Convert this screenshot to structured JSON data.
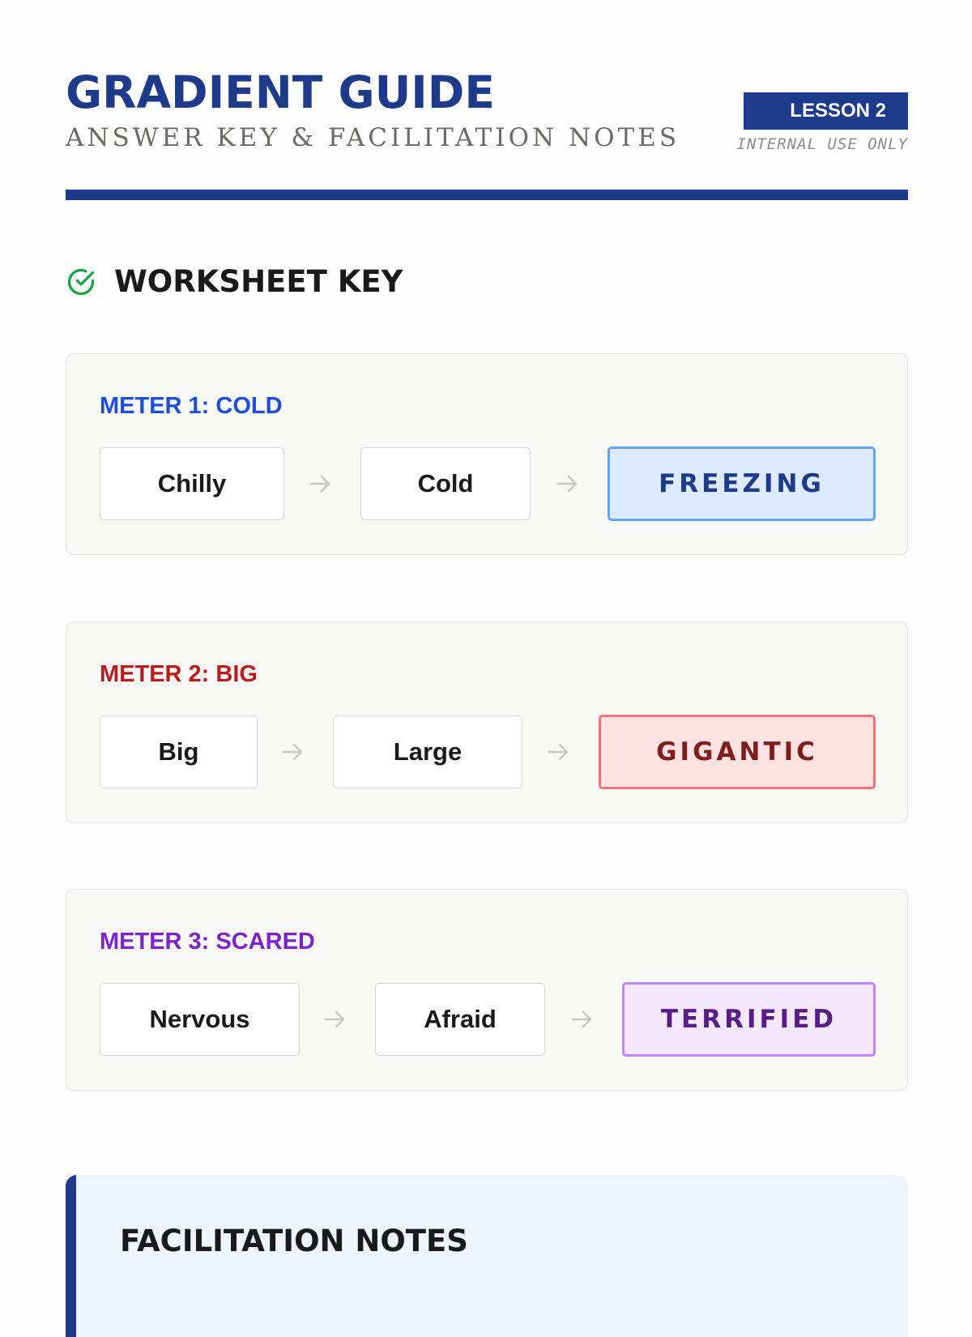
{
  "header": {
    "title": "GRADIENT GUIDE",
    "subtitle": "ANSWER KEY & FACILITATION NOTES",
    "lesson_badge": "LESSON 2",
    "internal_note": "INTERNAL USE ONLY",
    "accent_color": "#1e3a8a"
  },
  "worksheet": {
    "heading": "WORKSHEET KEY",
    "heading_icon": "check-circle-icon",
    "icon_color": "#16a34a",
    "meters": [
      {
        "label": "METER 1: COLD",
        "label_color": "#1d4ed8",
        "words": [
          "Chilly",
          "Cold"
        ],
        "answer": "FREEZING",
        "answer_bg": "#dbeafe",
        "answer_border": "#60a5fa",
        "answer_text_color": "#1e3a8a"
      },
      {
        "label": "METER 2: BIG",
        "label_color": "#b91c1c",
        "words": [
          "Big",
          "Large"
        ],
        "answer": "GIGANTIC",
        "answer_bg": "#fee2e2",
        "answer_border": "#f87171",
        "answer_text_color": "#7f1d1d"
      },
      {
        "label": "METER 3: SCARED",
        "label_color": "#7e22ce",
        "words": [
          "Nervous",
          "Afraid"
        ],
        "answer": "TERRIFIED",
        "answer_bg": "#f3e8ff",
        "answer_border": "#c084fc",
        "answer_text_color": "#581c87"
      }
    ]
  },
  "notes": {
    "heading": "FACILITATION NOTES"
  }
}
